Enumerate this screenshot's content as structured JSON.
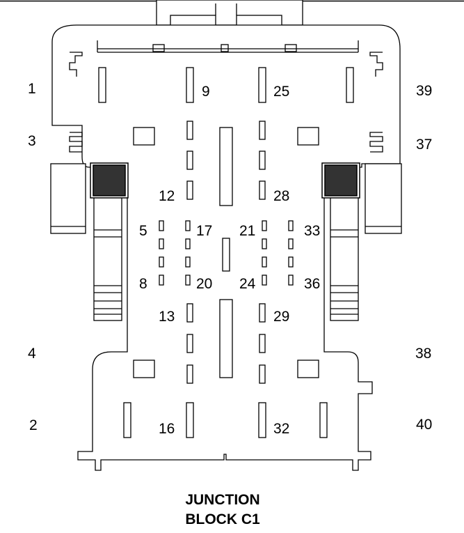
{
  "caption": {
    "line1": "JUNCTION",
    "line2": "BLOCK C1"
  },
  "pin_labels": [
    "1",
    "3",
    "4",
    "2",
    "39",
    "37",
    "38",
    "40",
    "9",
    "25",
    "12",
    "28",
    "5",
    "17",
    "21",
    "33",
    "8",
    "20",
    "24",
    "36",
    "13",
    "29",
    "16",
    "32"
  ],
  "colors": {
    "line": "#000000",
    "background": "#ffffff",
    "latch_fill": "#333333"
  }
}
